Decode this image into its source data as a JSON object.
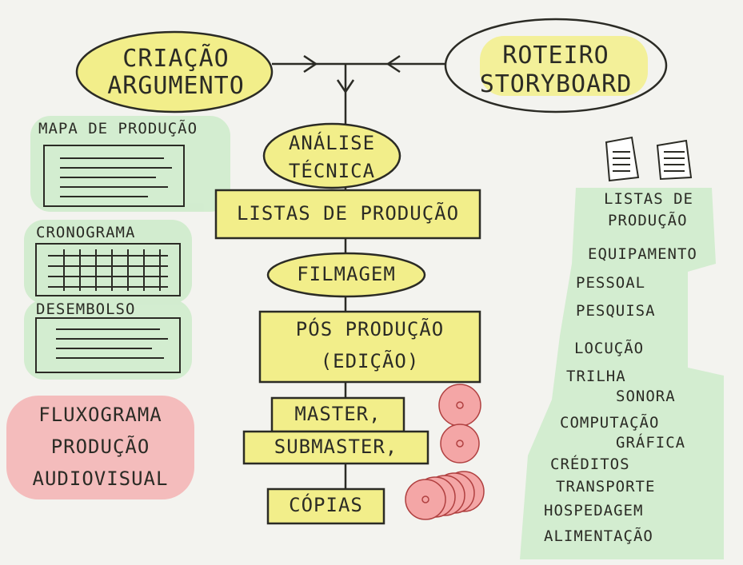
{
  "flow": {
    "criacao": [
      "Criação",
      "Argumento"
    ],
    "roteiro": [
      "Roteiro",
      "Storyboard"
    ],
    "analise": [
      "Análise",
      "Técnica"
    ],
    "listas": "Listas de Produção",
    "filmagem": "Filmagem",
    "pos": [
      "Pós Produção",
      "(Edição)"
    ],
    "master": "Master,",
    "submaster": "Submaster,",
    "copias": "Cópias"
  },
  "left": {
    "mapa": "Mapa de Produção",
    "cronograma": "Cronograma",
    "desembolso": "Desembolso",
    "title": [
      "Fluxograma",
      "Produção",
      "Audiovisual"
    ]
  },
  "right": {
    "items": [
      "Listas de",
      "Produção",
      "Equipamento",
      "Pessoal",
      "Pesquisa",
      "Locução",
      "Trilha",
      "Sonora",
      "Computação",
      "Gráfica",
      "Créditos",
      "Transporte",
      "Hospedagem",
      "Alimentação"
    ]
  },
  "colors": {
    "yellow": "#f2ee8a",
    "green": "#cfeccc",
    "pink": "#f4b6b6",
    "ink": "#2b2b25"
  }
}
